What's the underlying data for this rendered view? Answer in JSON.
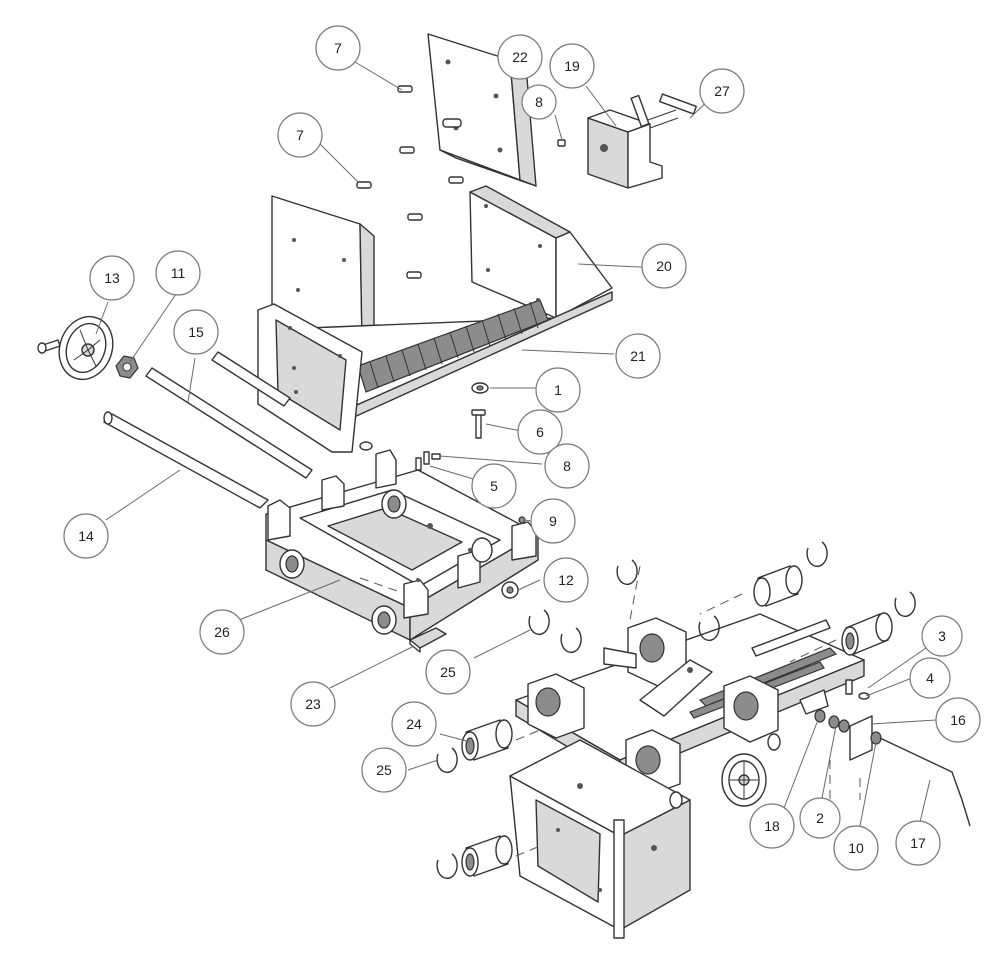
{
  "diagram": {
    "callouts": [
      {
        "id": "c7a",
        "label": "7"
      },
      {
        "id": "c22",
        "label": "22"
      },
      {
        "id": "c19",
        "label": "19"
      },
      {
        "id": "c27",
        "label": "27"
      },
      {
        "id": "c8a",
        "label": "8"
      },
      {
        "id": "c7b",
        "label": "7"
      },
      {
        "id": "c20",
        "label": "20"
      },
      {
        "id": "c13",
        "label": "13"
      },
      {
        "id": "c11",
        "label": "11"
      },
      {
        "id": "c15",
        "label": "15"
      },
      {
        "id": "c21",
        "label": "21"
      },
      {
        "id": "c1",
        "label": "1"
      },
      {
        "id": "c6",
        "label": "6"
      },
      {
        "id": "c8b",
        "label": "8"
      },
      {
        "id": "c5",
        "label": "5"
      },
      {
        "id": "c9",
        "label": "9"
      },
      {
        "id": "c14",
        "label": "14"
      },
      {
        "id": "c12",
        "label": "12"
      },
      {
        "id": "c26",
        "label": "26"
      },
      {
        "id": "c25a",
        "label": "25"
      },
      {
        "id": "c23",
        "label": "23"
      },
      {
        "id": "c3",
        "label": "3"
      },
      {
        "id": "c4",
        "label": "4"
      },
      {
        "id": "c24",
        "label": "24"
      },
      {
        "id": "c16",
        "label": "16"
      },
      {
        "id": "c25b",
        "label": "25"
      },
      {
        "id": "c18",
        "label": "18"
      },
      {
        "id": "c2",
        "label": "2"
      },
      {
        "id": "c10",
        "label": "10"
      },
      {
        "id": "c17",
        "label": "17"
      }
    ]
  }
}
